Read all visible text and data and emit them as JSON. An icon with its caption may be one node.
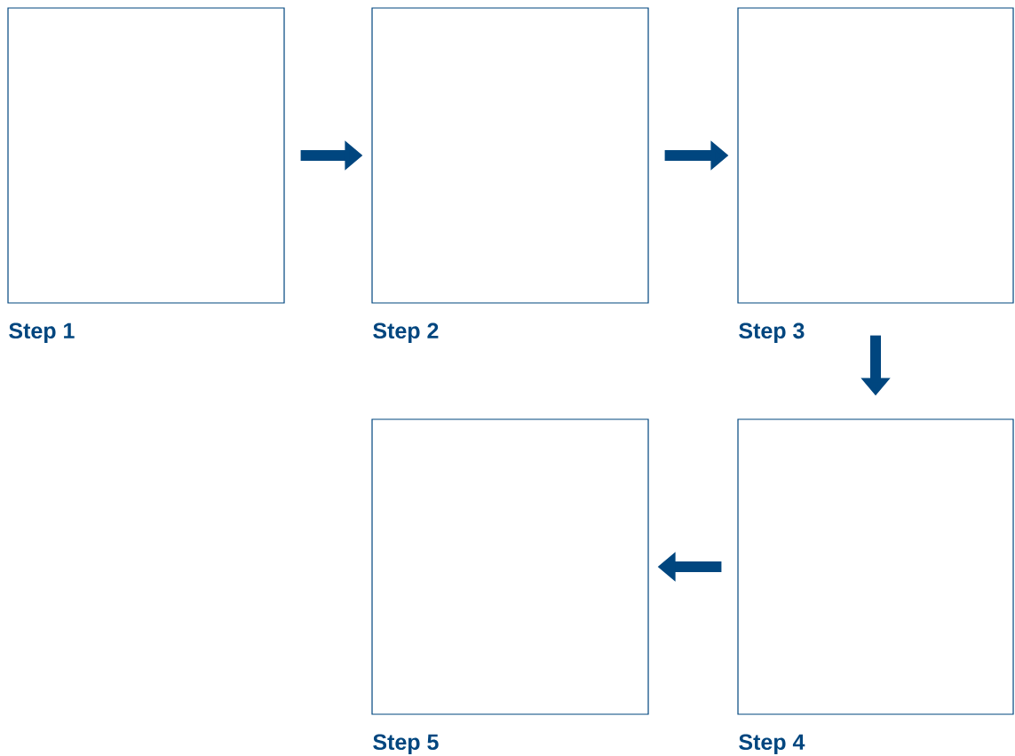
{
  "diagram": {
    "nodes": [
      {
        "text": [
          "Step 1"
        ]
      },
      {
        "text": [
          "Step 2"
        ]
      },
      {
        "text": [
          "Step 3"
        ]
      },
      {
        "text": [
          "Step 4"
        ]
      },
      {
        "text": [
          "Step 5"
        ]
      }
    ],
    "edges": [
      {
        "from": 0,
        "to": 1,
        "arrow": "to"
      },
      {
        "from": 1,
        "to": 2,
        "arrow": "to"
      },
      {
        "from": 2,
        "to": 3,
        "arrow": "to"
      },
      {
        "from": 3,
        "to": 4,
        "arrow": "to"
      }
    ]
  }
}
